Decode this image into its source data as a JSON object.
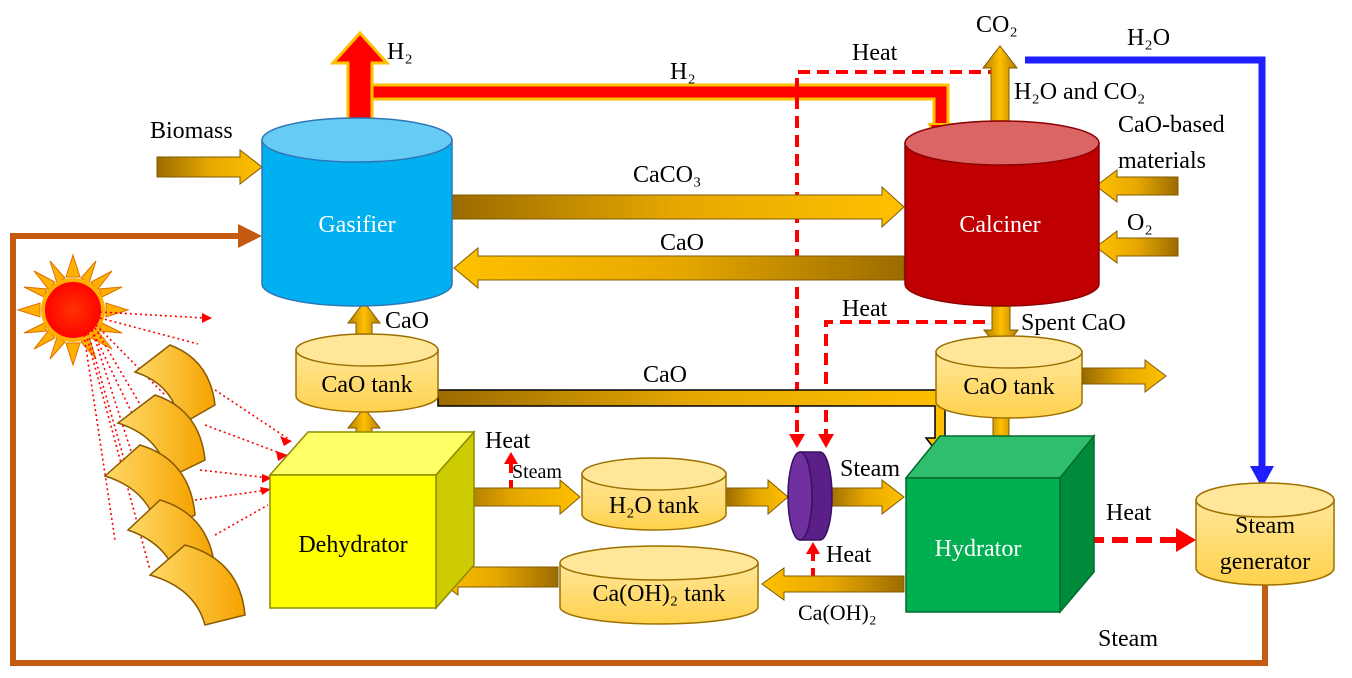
{
  "colors": {
    "gold_light": "#FFD966",
    "gold_dark": "#B8860B",
    "gold_mid": "#FFC000",
    "h2_red": "#FF0000",
    "heat_red": "#FF0000",
    "water_blue": "#1E1EFF",
    "steam_brown": "#C55A11",
    "gasifier_blue": "#00B0F0",
    "calciner_red": "#C00000",
    "dehydrator_yellow": "#FFFF00",
    "hydrator_green": "#00B050",
    "separator_purple": "#7030A0"
  },
  "units": {
    "gasifier": "Gasifier",
    "calciner": "Calciner",
    "dehydrator": "Dehydrator",
    "hydrator": "Hydrator",
    "cao_tank_left": "CaO tank",
    "cao_tank_right": "CaO tank",
    "h2o_tank": "H₂O tank",
    "caoh2_tank": "Ca(OH)₂ tank",
    "steam_generator_line1": "Steam",
    "steam_generator_line2": "generator"
  },
  "labels": {
    "biomass": "Biomass",
    "h2_top": "H₂",
    "h2_line": "H₂",
    "heat_top": "Heat",
    "co2": "CO₂",
    "h2o_top": "H₂O",
    "h2o_and_co2": "H₂O and CO₂",
    "cao_based_1": "CaO-based",
    "cao_based_2": "materials",
    "caco3": "CaCO₃",
    "cao_return": "CaO",
    "o2": "O₂",
    "cao_up": "CaO",
    "heat_mid": "Heat",
    "spent_cao": "Spent CaO",
    "cao_line": "CaO",
    "heat_dehydrator": "Heat",
    "steam_small": "Steam",
    "steam_to_hydrator": "Steam",
    "heat_separator": "Heat",
    "heat_hydrator": "Heat",
    "caoh2_flow": "Ca(OH)₂",
    "steam_bottom": "Steam"
  }
}
